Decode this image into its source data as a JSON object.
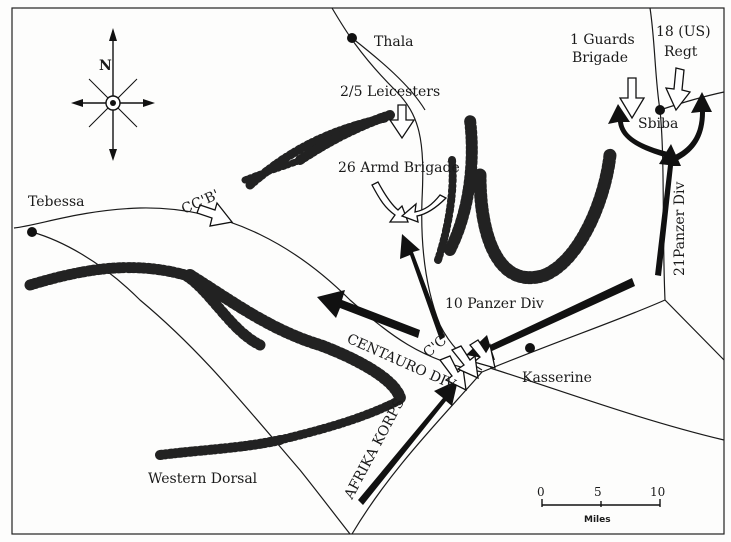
{
  "places": {
    "thala": "Thala",
    "sbiba": "Sbiba",
    "tebessa": "Tebessa",
    "kasserine": "Kasserine",
    "western_dorsal": "Western Dorsal"
  },
  "units": {
    "leicesters": "2/5 Leicesters",
    "armd_brigade": "26 Armd Brigade",
    "guards_1": "1 Guards",
    "guards_2": "Brigade",
    "us_regt_1": "18 (US)",
    "us_regt_2": "Regt",
    "ccb": "CC'B'",
    "ccc": "C'C'",
    "panzer10": "10 Panzer Div",
    "panzer21": "21Panzer Div",
    "centauro": "CENTAURO DIV",
    "afrika": "AFRIKA KORPS"
  },
  "compass": {
    "north": "N"
  },
  "scale": {
    "label": "Miles",
    "ticks": [
      "0",
      "5",
      "10"
    ]
  }
}
